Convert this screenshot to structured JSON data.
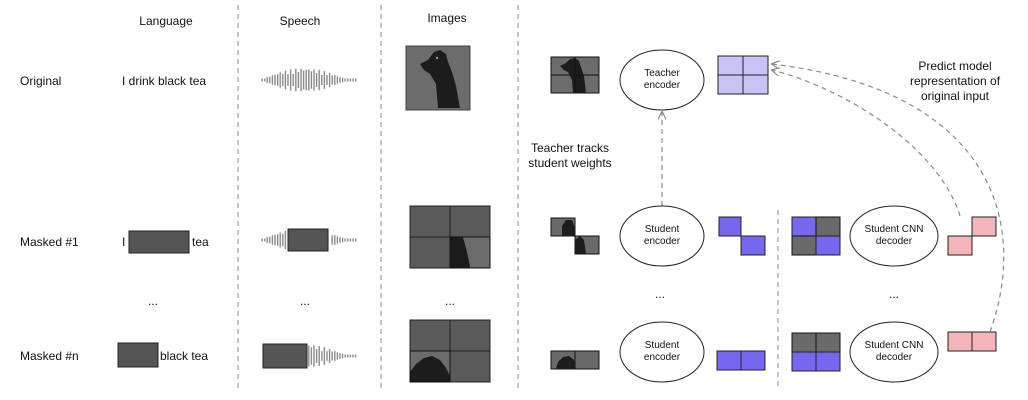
{
  "headers": {
    "language": "Language",
    "speech": "Speech",
    "images": "Images"
  },
  "rows": {
    "original": "Original",
    "masked1": "Masked #1",
    "maskedn": "Masked #n"
  },
  "text": {
    "original_sentence": "I drink black tea",
    "masked1_left": "I",
    "masked1_right": "tea",
    "maskedn_right": "black tea",
    "ellipsis": "..."
  },
  "model": {
    "teacher_encoder": [
      "Teacher",
      "encoder"
    ],
    "student_encoder": [
      "Student",
      "encoder"
    ],
    "student_decoder": [
      "Student CNN",
      "decoder"
    ],
    "teacher_tracks": [
      "Teacher tracks",
      "student weights"
    ],
    "predict_label": [
      "Predict model",
      "representation of",
      "original input"
    ]
  },
  "colors": {
    "mask": "#555555",
    "teacher_rep": "#c9c3f5",
    "student_rep": "#7668ee",
    "prediction": "#f3b5b9",
    "divider": "#888888"
  }
}
